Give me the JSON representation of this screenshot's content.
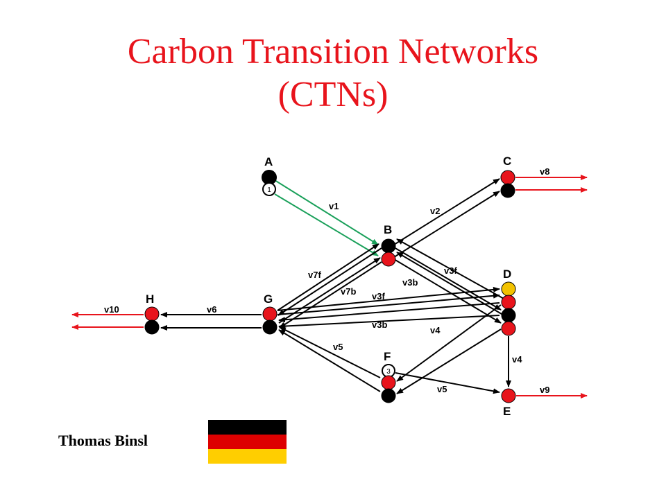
{
  "title": {
    "line1": "Carbon Transition Networks",
    "line2": "(CTNs)"
  },
  "author": "Thomas Binsl",
  "flag": {
    "stripes": [
      "#000000",
      "#dd0000",
      "#ffce00"
    ]
  },
  "colors": {
    "title": "#e8141c",
    "edge_default": "#000000",
    "edge_input": "#1aa05a",
    "edge_output": "#e8141c",
    "atom_red": "#e8141c",
    "atom_black": "#000000",
    "atom_yellow": "#f2c200",
    "atom_open": "#ffffff"
  },
  "nodes": [
    {
      "id": "A",
      "label": "A"
    },
    {
      "id": "B",
      "label": "B"
    },
    {
      "id": "C",
      "label": "C"
    },
    {
      "id": "D",
      "label": "D"
    },
    {
      "id": "E",
      "label": "E"
    },
    {
      "id": "F",
      "label": "F"
    },
    {
      "id": "G",
      "label": "G"
    },
    {
      "id": "H",
      "label": "H"
    }
  ],
  "atoms": [
    {
      "node": "A",
      "index": 0,
      "color": "black",
      "marker": ""
    },
    {
      "node": "A",
      "index": 1,
      "color": "open",
      "marker": "1"
    },
    {
      "node": "B",
      "index": 0,
      "color": "black",
      "marker": ""
    },
    {
      "node": "B",
      "index": 1,
      "color": "red",
      "marker": ""
    },
    {
      "node": "C",
      "index": 0,
      "color": "red",
      "marker": ""
    },
    {
      "node": "C",
      "index": 1,
      "color": "black",
      "marker": ""
    },
    {
      "node": "D",
      "index": 0,
      "color": "yellow",
      "marker": ""
    },
    {
      "node": "D",
      "index": 1,
      "color": "red",
      "marker": ""
    },
    {
      "node": "D",
      "index": 2,
      "color": "black",
      "marker": ""
    },
    {
      "node": "D",
      "index": 3,
      "color": "red",
      "marker": ""
    },
    {
      "node": "E",
      "index": 0,
      "color": "red",
      "marker": ""
    },
    {
      "node": "F",
      "index": 0,
      "color": "open",
      "marker": "3"
    },
    {
      "node": "F",
      "index": 1,
      "color": "red",
      "marker": ""
    },
    {
      "node": "F",
      "index": 2,
      "color": "black",
      "marker": ""
    },
    {
      "node": "G",
      "index": 0,
      "color": "red",
      "marker": ""
    },
    {
      "node": "G",
      "index": 1,
      "color": "black",
      "marker": ""
    },
    {
      "node": "H",
      "index": 0,
      "color": "red",
      "marker": ""
    },
    {
      "node": "H",
      "index": 1,
      "color": "black",
      "marker": ""
    }
  ],
  "edges": [
    {
      "label": "v1",
      "from": "A",
      "to": "B",
      "kind": "input"
    },
    {
      "label": "v2",
      "from": "B",
      "to": "C",
      "kind": "normal"
    },
    {
      "label": "v3f",
      "from": "B",
      "to": "D",
      "kind": "normal"
    },
    {
      "label": "v3b",
      "from": "D",
      "to": "B",
      "kind": "normal"
    },
    {
      "label": "v3f",
      "from": "G",
      "to": "D",
      "kind": "normal"
    },
    {
      "label": "v3b",
      "from": "D",
      "to": "G",
      "kind": "normal"
    },
    {
      "label": "v4",
      "from": "D",
      "to": "F",
      "kind": "normal"
    },
    {
      "label": "v4",
      "from": "D",
      "to": "E",
      "kind": "normal"
    },
    {
      "label": "v5",
      "from": "F",
      "to": "G",
      "kind": "normal"
    },
    {
      "label": "v5",
      "from": "F",
      "to": "E",
      "kind": "normal"
    },
    {
      "label": "v6",
      "from": "G",
      "to": "H",
      "kind": "normal"
    },
    {
      "label": "v7f",
      "from": "G",
      "to": "B",
      "kind": "normal"
    },
    {
      "label": "v7b",
      "from": "B",
      "to": "G",
      "kind": "normal"
    },
    {
      "label": "v8",
      "from": "C",
      "to": "out",
      "kind": "output"
    },
    {
      "label": "v9",
      "from": "E",
      "to": "out",
      "kind": "output"
    },
    {
      "label": "v10",
      "from": "H",
      "to": "out",
      "kind": "output"
    }
  ]
}
